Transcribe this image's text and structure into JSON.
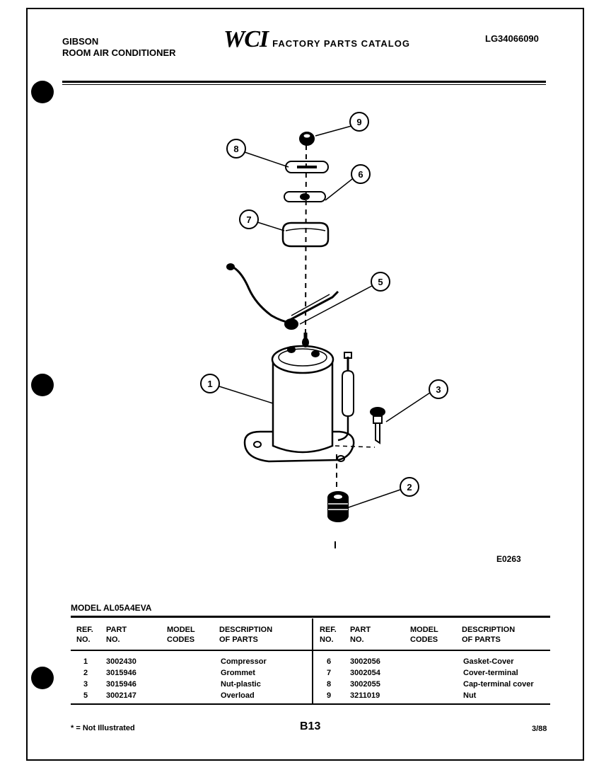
{
  "header": {
    "brand": "GIBSON",
    "product": "ROOM AIR CONDITIONER",
    "logo": "WCI",
    "catalog_title": "FACTORY PARTS CATALOG",
    "catalog_code": "LG34066090"
  },
  "diagram": {
    "callouts": [
      "1",
      "2",
      "3",
      "5",
      "6",
      "7",
      "8",
      "9"
    ],
    "illustration_id": "E0263"
  },
  "table": {
    "model_label": "MODEL AL05A4EVA",
    "headers": {
      "ref_no": "REF. NO.",
      "part_no": "PART NO.",
      "model_codes": "MODEL CODES",
      "description": "DESCRIPTION OF PARTS"
    },
    "left_rows": [
      {
        "ref": "1",
        "part": "3002430",
        "codes": "",
        "desc": "Compressor"
      },
      {
        "ref": "2",
        "part": "3015946",
        "codes": "",
        "desc": "Grommet"
      },
      {
        "ref": "3",
        "part": "3015946",
        "codes": "",
        "desc": "Nut-plastic"
      },
      {
        "ref": "5",
        "part": "3002147",
        "codes": "",
        "desc": "Overload"
      }
    ],
    "right_rows": [
      {
        "ref": "6",
        "part": "3002056",
        "codes": "",
        "desc": "Gasket-Cover"
      },
      {
        "ref": "7",
        "part": "3002054",
        "codes": "",
        "desc": "Cover-terminal"
      },
      {
        "ref": "8",
        "part": "3002055",
        "codes": "",
        "desc": "Cap-terminal cover"
      },
      {
        "ref": "9",
        "part": "3211019",
        "codes": "",
        "desc": "Nut"
      }
    ]
  },
  "footer": {
    "footnote": "* = Not Illustrated",
    "page": "B13",
    "date": "3/88"
  }
}
